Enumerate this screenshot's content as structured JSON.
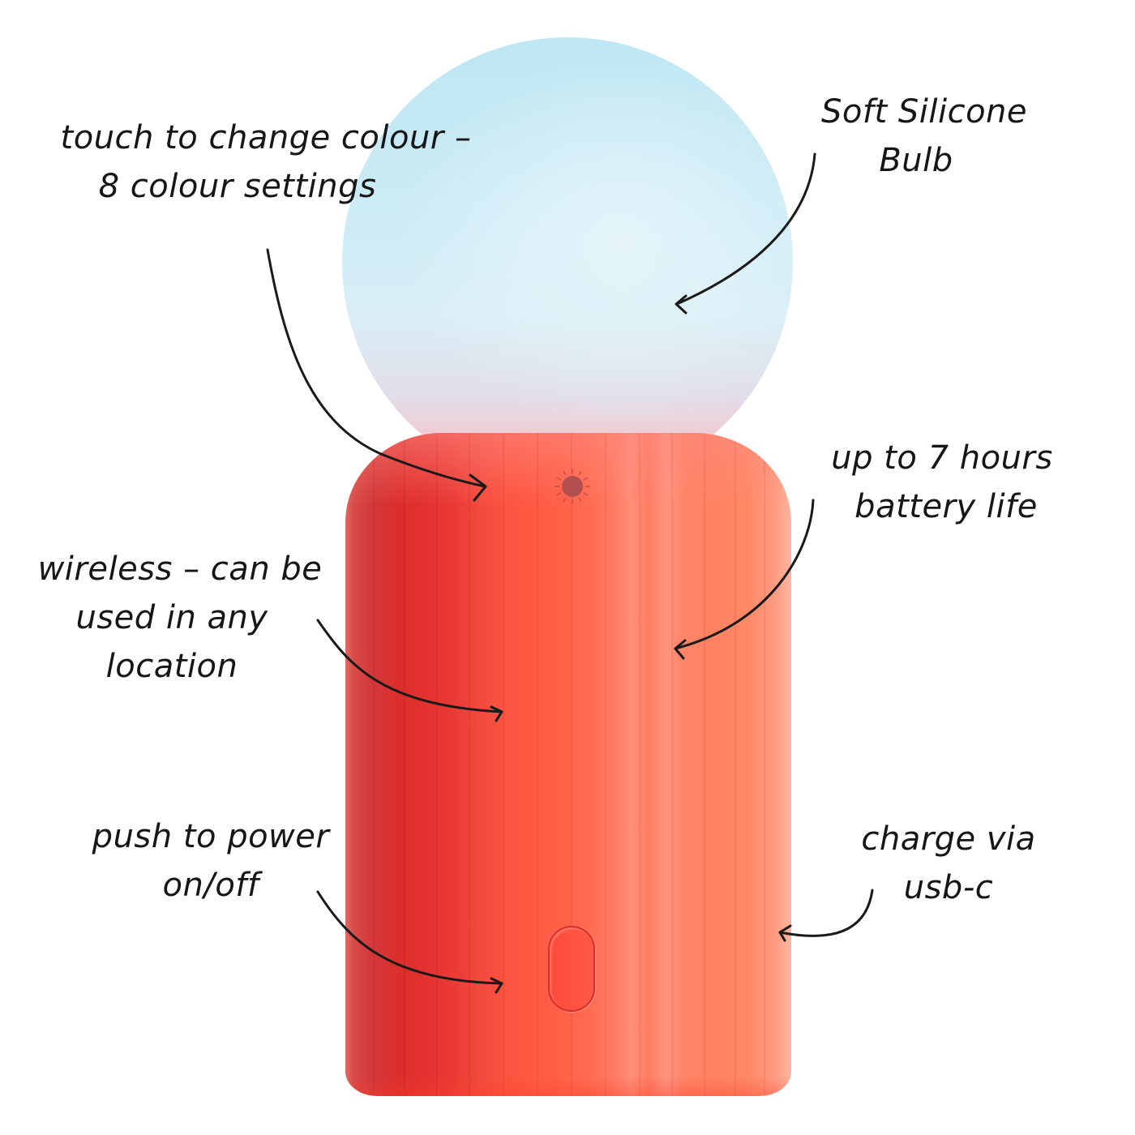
{
  "product": {
    "name": "lamp",
    "bulb_color_top": "#bde6f3",
    "bulb_color_bottom": "#ff6a5a",
    "body_color": "#ff5a44",
    "body_highlight": "#ff8e78",
    "sensor_color": "#b3504e"
  },
  "annotations": [
    {
      "id": "touch-colour",
      "lines": [
        "touch to change colour –",
        "8 colour settings"
      ]
    },
    {
      "id": "soft-silicone",
      "lines": [
        "Soft Silicone",
        "Bulb"
      ]
    },
    {
      "id": "battery-life",
      "lines": [
        "up to 7 hours",
        "battery life"
      ]
    },
    {
      "id": "wireless",
      "lines": [
        "wireless – can be",
        "used in any",
        "location"
      ]
    },
    {
      "id": "power",
      "lines": [
        "push to power",
        "on/off"
      ]
    },
    {
      "id": "charge",
      "lines": [
        "charge via",
        "usb-c"
      ]
    }
  ]
}
